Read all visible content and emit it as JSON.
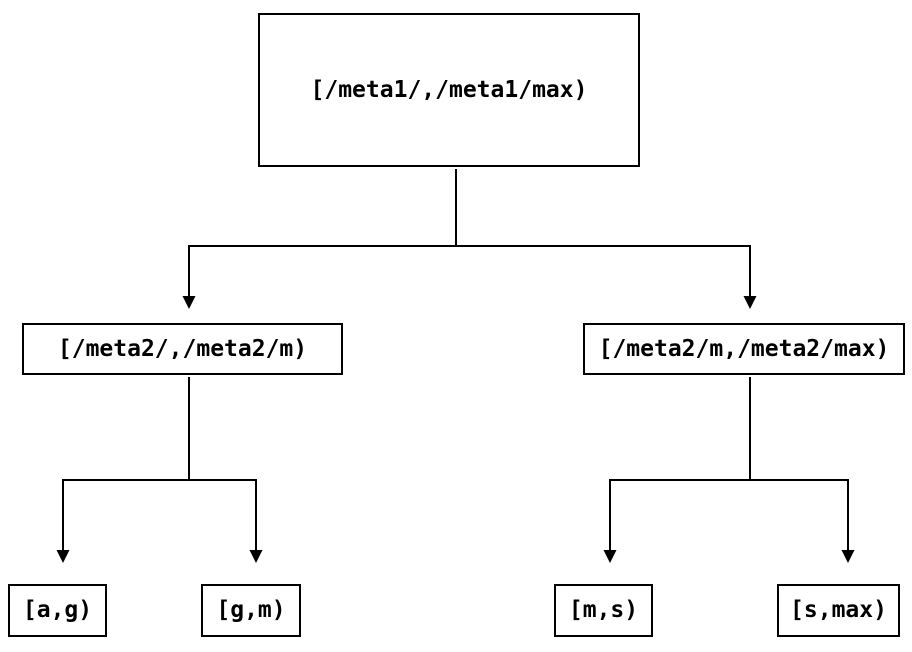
{
  "diagram": {
    "type": "tree",
    "colors": {
      "background": "#ffffff",
      "line": "#000000",
      "box_border": "#000000",
      "box_fill": "#ffffff",
      "text": "#000000"
    },
    "nodes": {
      "root": {
        "label": "[/meta1/,/meta1/max)"
      },
      "mid_left": {
        "label": "[/meta2/,/meta2/m)"
      },
      "mid_right": {
        "label": "[/meta2/m,/meta2/max)"
      },
      "leaf_ag": {
        "label": "[a,g)"
      },
      "leaf_gm": {
        "label": "[g,m)"
      },
      "leaf_ms": {
        "label": "[m,s)"
      },
      "leaf_smax": {
        "label": "[s,max)"
      }
    },
    "edges": [
      {
        "from": "root",
        "to": "mid_left"
      },
      {
        "from": "root",
        "to": "mid_right"
      },
      {
        "from": "mid_left",
        "to": "leaf_ag"
      },
      {
        "from": "mid_left",
        "to": "leaf_gm"
      },
      {
        "from": "mid_right",
        "to": "leaf_ms"
      },
      {
        "from": "mid_right",
        "to": "leaf_smax"
      }
    ]
  }
}
